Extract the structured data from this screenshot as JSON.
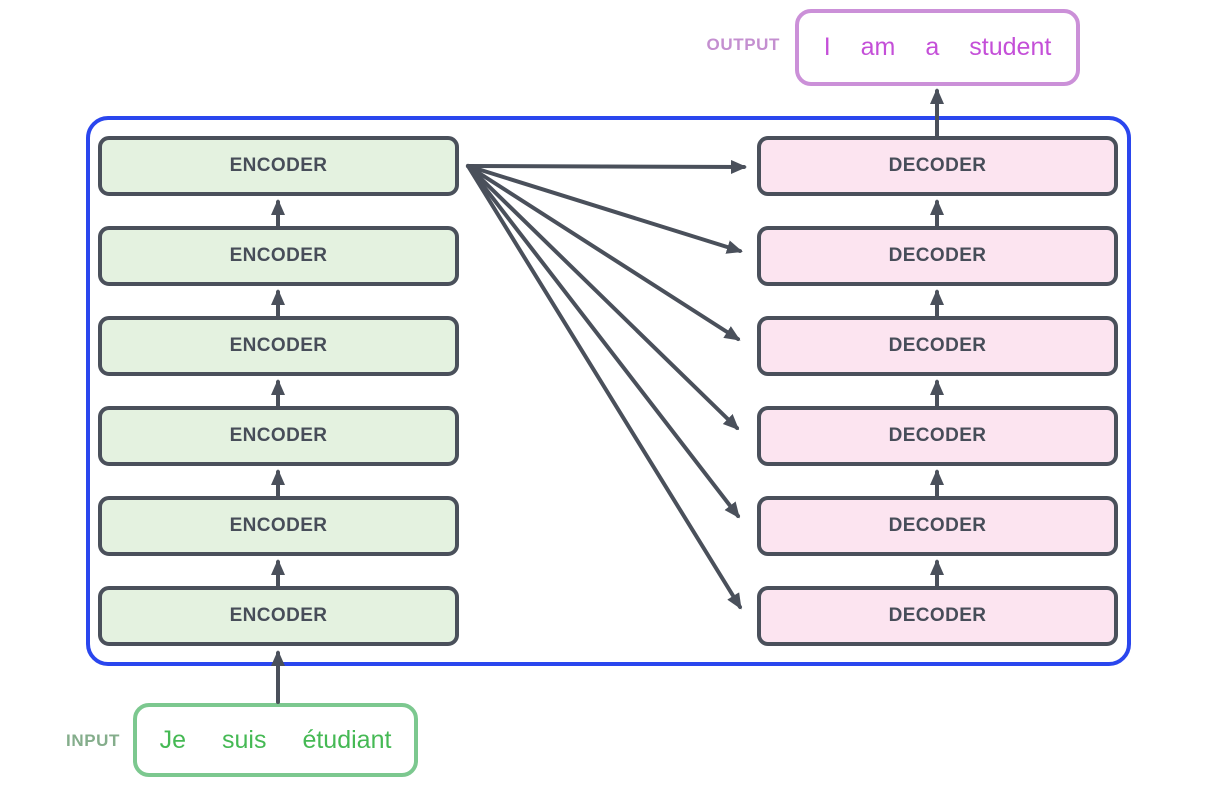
{
  "output": {
    "label": "OUTPUT",
    "words": [
      "I",
      "am",
      "a",
      "student"
    ]
  },
  "input": {
    "label": "INPUT",
    "words": [
      "Je",
      "suis",
      "étudiant"
    ]
  },
  "encoders": [
    "ENCODER",
    "ENCODER",
    "ENCODER",
    "ENCODER",
    "ENCODER",
    "ENCODER"
  ],
  "decoders": [
    "DECODER",
    "DECODER",
    "DECODER",
    "DECODER",
    "DECODER",
    "DECODER"
  ],
  "colors": {
    "container_border": "#2a46ee",
    "box_border": "#4a505b",
    "box_text": "#474d59",
    "encoder_fill": "#e4f2e0",
    "decoder_fill": "#fce4f0",
    "arrow": "#4a505b",
    "output_box_border": "#cb90d8",
    "output_text": "#c44fd8",
    "output_label_text": "#c48fd0",
    "input_box_border": "#7cc88f",
    "input_text": "#45b954",
    "input_label_text": "#84ad8b"
  }
}
